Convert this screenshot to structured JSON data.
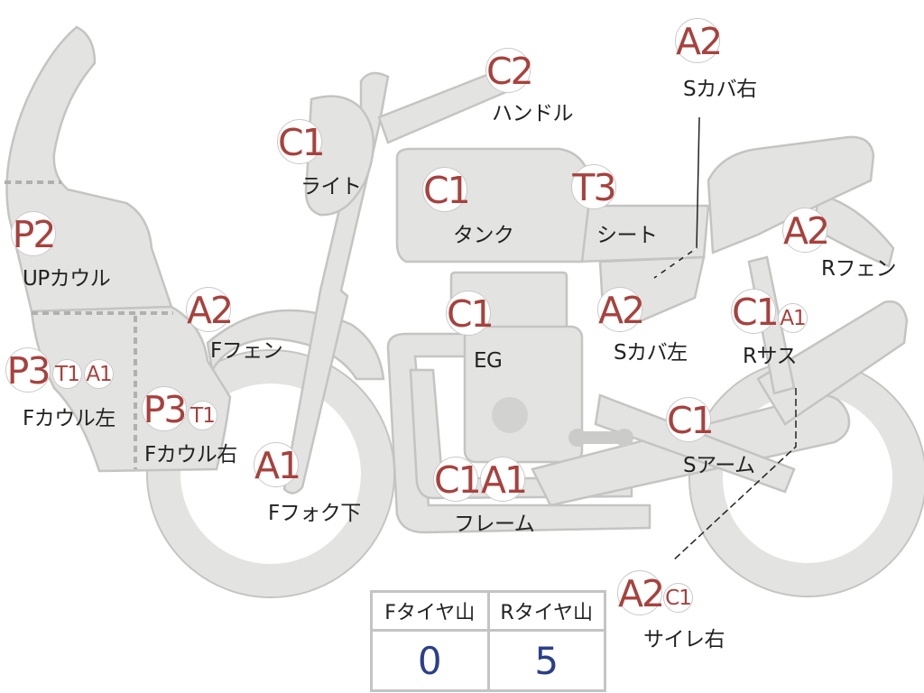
{
  "parts": {
    "handle": {
      "label": "ハンドル",
      "ranks": [
        "C2"
      ]
    },
    "scover_r": {
      "label": "Sカバ右",
      "ranks": [
        "A2"
      ]
    },
    "light": {
      "label": "ライト",
      "ranks": [
        "C1"
      ]
    },
    "tank": {
      "label": "タンク",
      "ranks": [
        "C1"
      ]
    },
    "seat": {
      "label": "シート",
      "ranks": [
        "T3"
      ]
    },
    "upcowl": {
      "label": "UPカウル",
      "ranks": [
        "P2"
      ]
    },
    "rfender": {
      "label": "Rフェン",
      "ranks": [
        "A2"
      ]
    },
    "ffender": {
      "label": "Fフェン",
      "ranks": [
        "A2"
      ]
    },
    "eg": {
      "label": "EG",
      "ranks": [
        "C1"
      ]
    },
    "scover_l": {
      "label": "Sカバ左",
      "ranks": [
        "A2"
      ]
    },
    "rsus": {
      "label": "Rサス",
      "ranks": [
        "C1",
        "A1"
      ]
    },
    "fcowl_l": {
      "label": "Fカウル左",
      "ranks": [
        "P3",
        "T1",
        "A1"
      ]
    },
    "fcowl_r": {
      "label": "Fカウル右",
      "ranks": [
        "P3",
        "T1"
      ]
    },
    "sarm": {
      "label": "Sアーム",
      "ranks": [
        "C1"
      ]
    },
    "ffork": {
      "label": "Fフォク下",
      "ranks": [
        "A1"
      ]
    },
    "frame": {
      "label": "フレーム",
      "ranks": [
        "C1",
        "A1"
      ]
    },
    "silencer_r": {
      "label": "サイレ右",
      "ranks": [
        "A2",
        "C1"
      ]
    }
  },
  "tires": {
    "front_label": "Fタイヤ山",
    "rear_label": "Rタイヤ山",
    "front_value": "0",
    "rear_value": "5"
  },
  "colors": {
    "rank_text": "#a8413d",
    "tire_value": "#2b3f8a",
    "part_fill": "#e3e3e1"
  }
}
